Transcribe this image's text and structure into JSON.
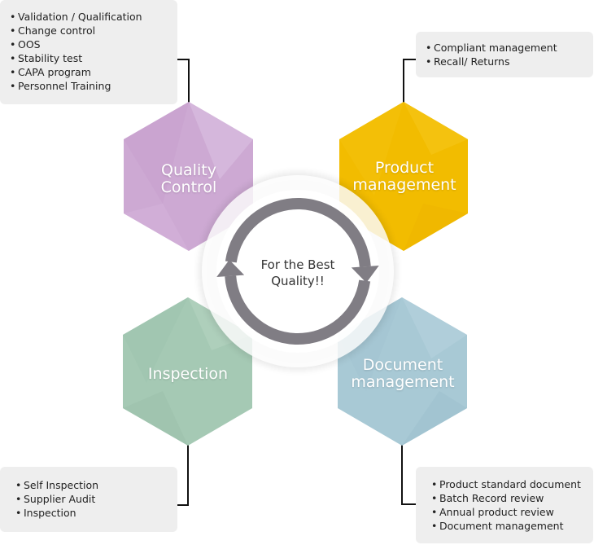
{
  "center": {
    "line1": "For the Best",
    "line2": "Quality!!"
  },
  "colors": {
    "quality_control": "#cda9d3",
    "product_management": "#f2bc00",
    "inspection": "#a5c9b4",
    "document_management": "#a8c9d5",
    "cycle_arrow": "#807d84",
    "box_bg": "#eeeeee",
    "connector": "#111111"
  },
  "hexagons": {
    "quality_control": {
      "line1": "Quality",
      "line2": "Control"
    },
    "product_management": {
      "line1": "Product",
      "line2": "management"
    },
    "inspection": {
      "line1": "Inspection"
    },
    "document_management": {
      "line1": "Document",
      "line2": "management"
    }
  },
  "boxes": {
    "quality_control": [
      "Validation / Qualification",
      "Change control",
      "OOS",
      "Stability test",
      "CAPA program",
      "Personnel Training"
    ],
    "product_management": [
      "Compliant management",
      "Recall/ Returns"
    ],
    "inspection": [
      "Self Inspection",
      "Supplier Audit",
      "Inspection"
    ],
    "document_management": [
      "Product standard document",
      "Batch Record review",
      "Annual product review",
      "Document management"
    ]
  }
}
